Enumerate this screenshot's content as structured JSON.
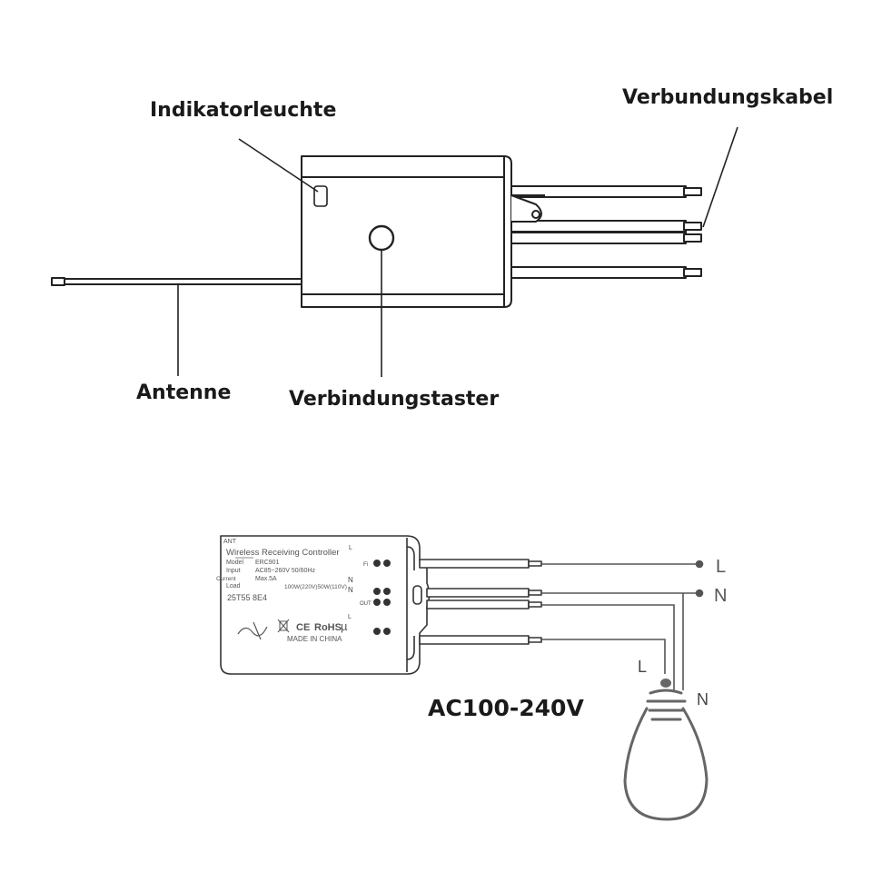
{
  "top_diagram": {
    "labels": {
      "indicator": "Indikatorleuchte",
      "cable": "Verbundungskabel",
      "antenna": "Antenne",
      "button": "Verbindungstaster"
    }
  },
  "bottom_diagram": {
    "device_label": {
      "ant": "ANT",
      "title": "Wireless Receiving Controller",
      "model_key": "Model",
      "model_val": "ERC901",
      "input_key": "Input",
      "input_val": "AC85~260V  50/60Hz",
      "current_key": "Current",
      "current_val": "Max.5A",
      "load_key": "Load",
      "load_val": "100W(220V)50W(110V)",
      "code": "25T55  8E4",
      "rohs": "RoHS",
      "made_in": "MADE IN CHINA"
    },
    "terminals": {
      "l_top": "L",
      "n_top": "N",
      "n_mid": "N",
      "out": "OUT",
      "l_low": "L",
      "fi": "Fi"
    },
    "supply_label": "AC100-240V",
    "line_L": "L",
    "line_N": "N",
    "bulb_L": "L",
    "bulb_N": "N"
  }
}
